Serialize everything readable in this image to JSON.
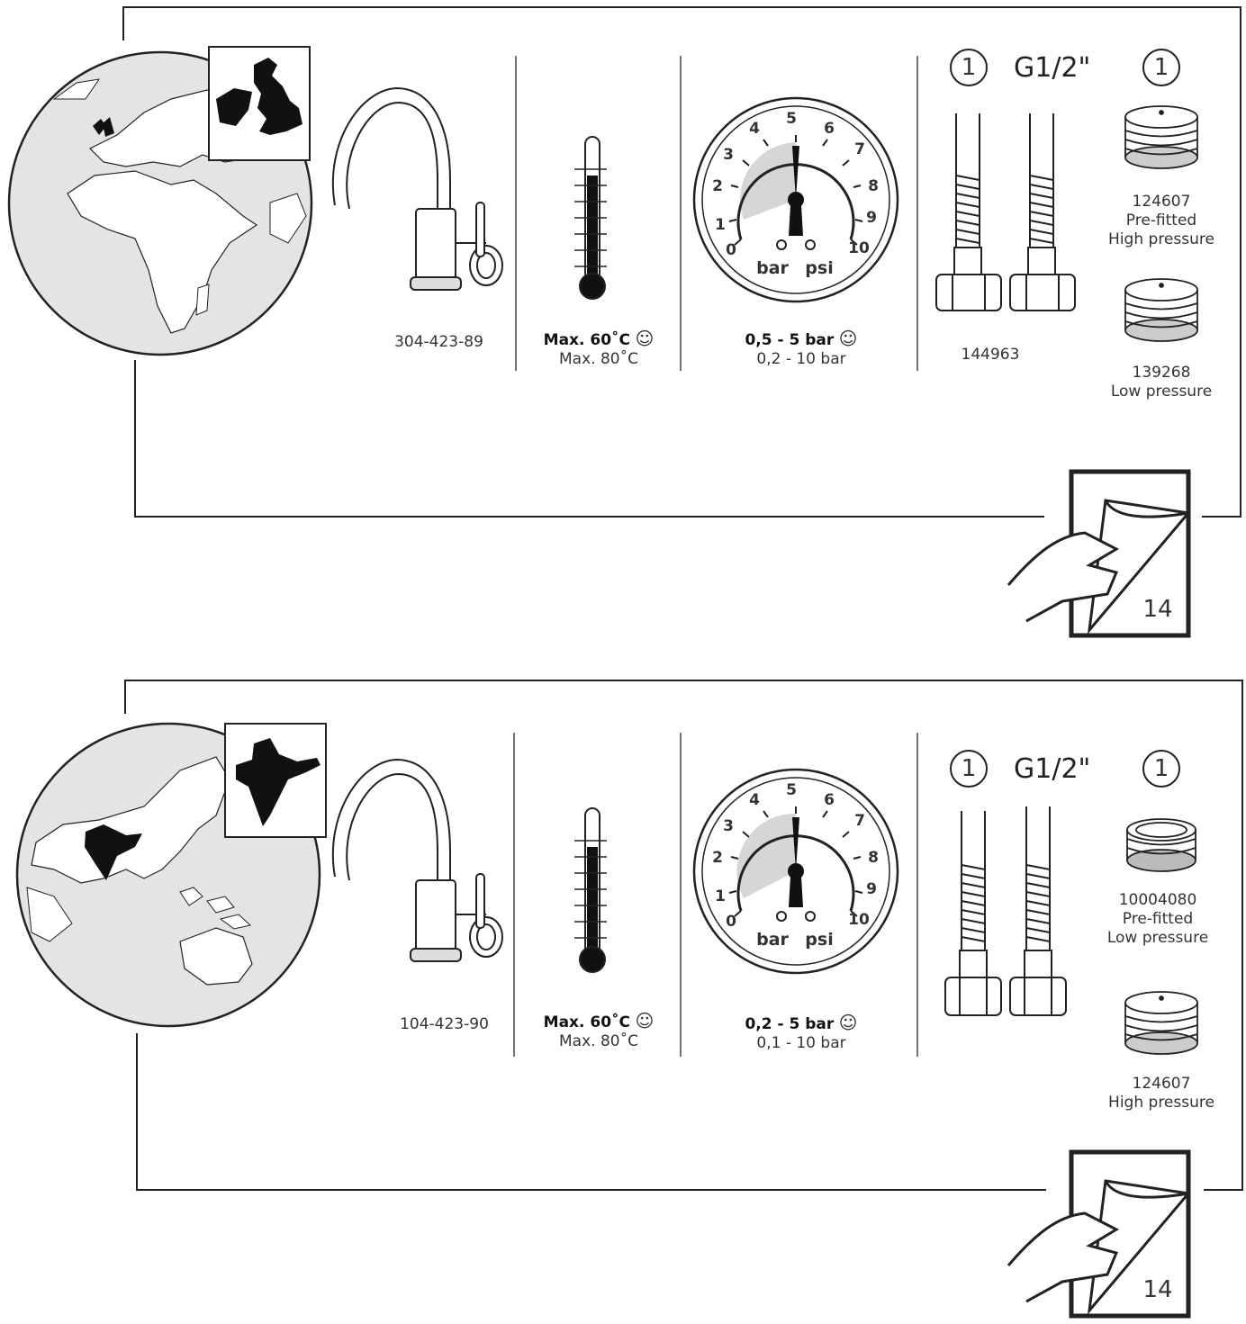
{
  "panels": [
    {
      "region": "uk",
      "faucet_code": "304-423-89",
      "temp_primary": "Max. 60˚C",
      "temp_secondary": "Max. 80˚C",
      "pressure_primary": "0,5 - 5 bar",
      "pressure_secondary": "0,2 - 10 bar",
      "gauge": {
        "numbers": [
          "0",
          "1",
          "2",
          "3",
          "4",
          "5",
          "6",
          "7",
          "8",
          "9",
          "10"
        ],
        "unit_left": "bar",
        "unit_right": "psi"
      },
      "hose_count": "1",
      "hose_thread": "G1/2\"",
      "hose_code": "144963",
      "aerator_count": "1",
      "aerators": [
        {
          "code": "124607",
          "line2": "Pre-fitted",
          "line3": "High pressure"
        },
        {
          "code": "139268",
          "line2": "Low pressure",
          "line3": ""
        }
      ],
      "page_ref": "14"
    },
    {
      "region": "india",
      "faucet_code": "104-423-90",
      "temp_primary": "Max. 60˚C",
      "temp_secondary": "Max. 80˚C",
      "pressure_primary": "0,2 - 5 bar",
      "pressure_secondary": "0,1 - 10 bar",
      "gauge": {
        "numbers": [
          "0",
          "1",
          "2",
          "3",
          "4",
          "5",
          "6",
          "7",
          "8",
          "9",
          "10"
        ],
        "unit_left": "bar",
        "unit_right": "psi"
      },
      "hose_count": "1",
      "hose_thread": "G1/2\"",
      "hose_code": "",
      "aerator_count": "1",
      "aerators": [
        {
          "code": "10004080",
          "line2": "Pre-fitted",
          "line3": "Low pressure"
        },
        {
          "code": "124607",
          "line2": "High pressure",
          "line3": ""
        }
      ],
      "page_ref": "14"
    }
  ],
  "smiley": "☺"
}
